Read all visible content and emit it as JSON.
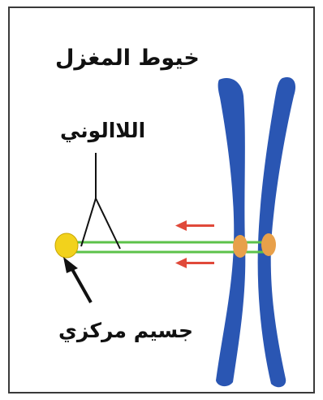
{
  "labels": {
    "spindle_fibers": "خيوط المغزل",
    "aster": "اللاالوني",
    "centrosome": "جسيم مركزي"
  },
  "colors": {
    "chromosome": "#2a56b3",
    "centromere": "#e8a04a",
    "spindle_fiber": "#5cc24a",
    "centrosome": "#f2d21c",
    "arrow": "#e0493a",
    "pointer": "#111111"
  },
  "arrows": {
    "count": 2,
    "direction": "toward-centrosome"
  }
}
